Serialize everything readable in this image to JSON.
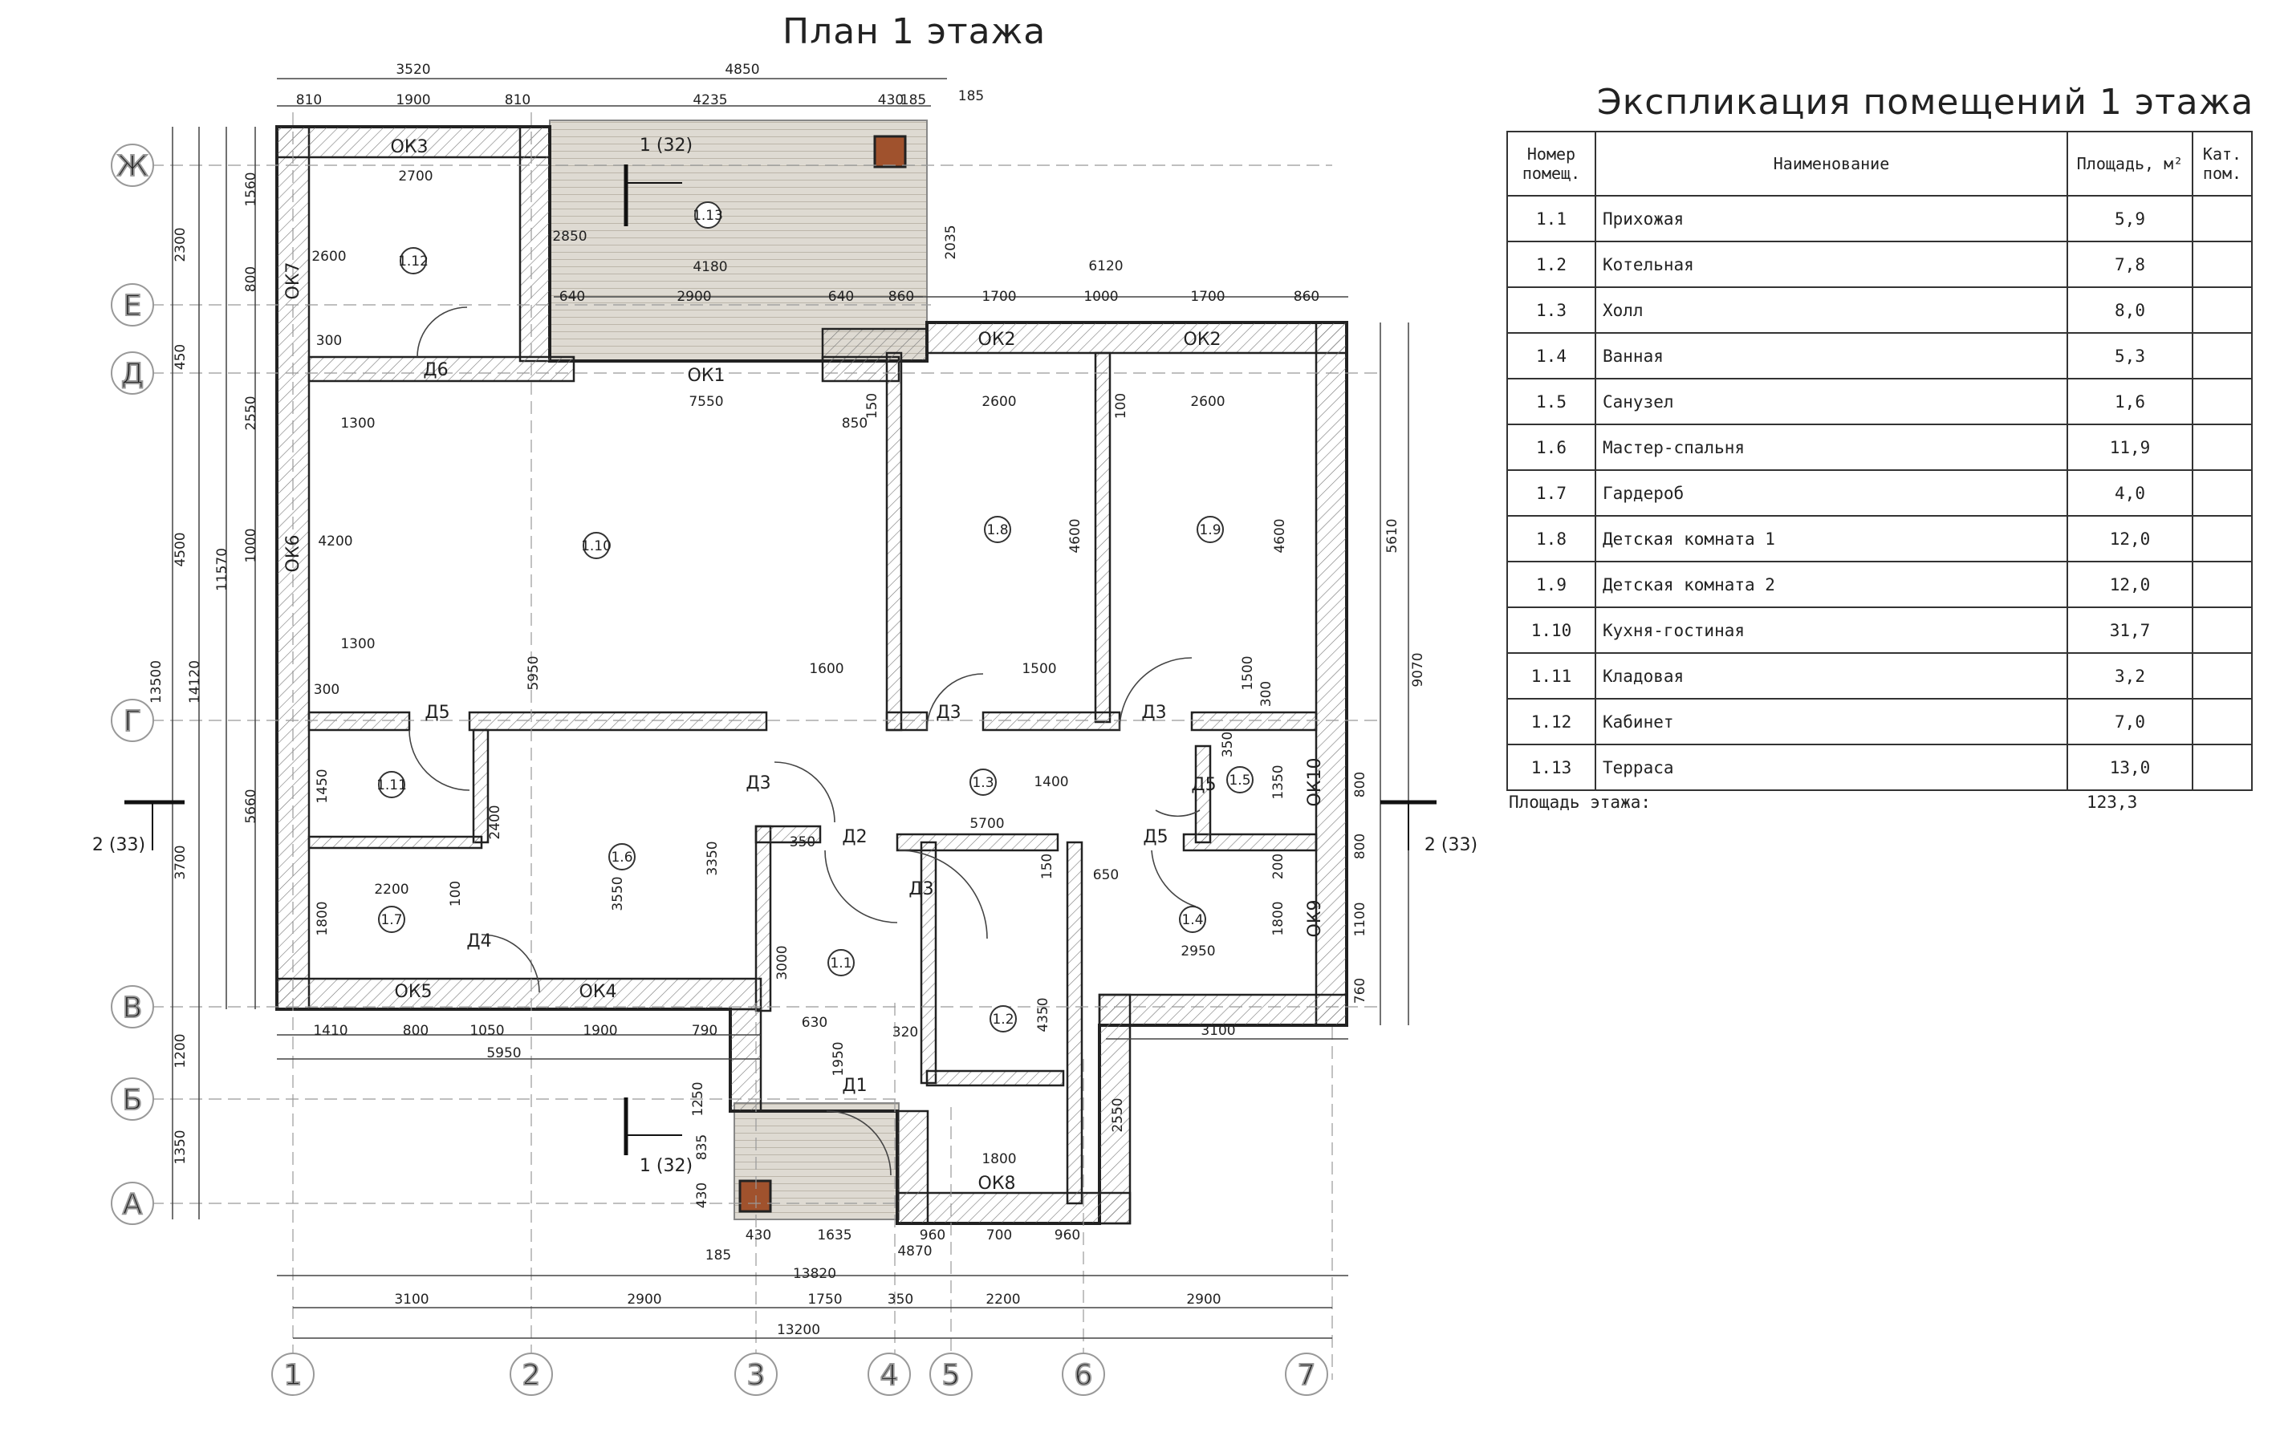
{
  "plan_title": "План 1 этажа",
  "explication": {
    "title": "Экспликация помещений 1 этажа",
    "headers": {
      "num_line1": "Номер",
      "num_line2": "помещ.",
      "name": "Наименование",
      "area": "Площадь, м²",
      "cat_line1": "Кат.",
      "cat_line2": "пом."
    },
    "rows": [
      {
        "num": "1.1",
        "name": "Прихожая",
        "area": "5,9"
      },
      {
        "num": "1.2",
        "name": "Котельная",
        "area": "7,8"
      },
      {
        "num": "1.3",
        "name": "Холл",
        "area": "8,0"
      },
      {
        "num": "1.4",
        "name": "Ванная",
        "area": "5,3"
      },
      {
        "num": "1.5",
        "name": "Санузел",
        "area": "1,6"
      },
      {
        "num": "1.6",
        "name": "Мастер-спальня",
        "area": "11,9"
      },
      {
        "num": "1.7",
        "name": "Гардероб",
        "area": "4,0"
      },
      {
        "num": "1.8",
        "name": "Детская комната 1",
        "area": "12,0"
      },
      {
        "num": "1.9",
        "name": "Детская комната 2",
        "area": "12,0"
      },
      {
        "num": "1.10",
        "name": "Кухня-гостиная",
        "area": "31,7"
      },
      {
        "num": "1.11",
        "name": "Кладовая",
        "area": "3,2"
      },
      {
        "num": "1.12",
        "name": "Кабинет",
        "area": "7,0"
      },
      {
        "num": "1.13",
        "name": "Терраса",
        "area": "13,0"
      }
    ],
    "total_label": "Площадь этажа:",
    "total_value": "123,3"
  },
  "axes": {
    "vertical": [
      "1",
      "2",
      "3",
      "4",
      "5",
      "6",
      "7"
    ],
    "horizontal": [
      "Ж",
      "Е",
      "Д",
      "Г",
      "В",
      "Б",
      "А"
    ]
  },
  "room_tags": [
    "1.1",
    "1.2",
    "1.3",
    "1.4",
    "1.5",
    "1.6",
    "1.7",
    "1.8",
    "1.9",
    "1.10",
    "1.11",
    "1.12",
    "1.13"
  ],
  "openings": {
    "windows": [
      "ОК1",
      "ОК2",
      "ОК2",
      "ОК3",
      "ОК4",
      "ОК5",
      "ОК6",
      "ОК7",
      "ОК8",
      "ОК9",
      "ОК10"
    ],
    "doors": [
      "Д1",
      "Д2",
      "Д3",
      "Д3",
      "Д3",
      "Д3",
      "Д4",
      "Д5",
      "Д5",
      "Д5",
      "Д6"
    ]
  },
  "section_marks": [
    "1 (32)",
    "1 (32)",
    "2 (33)",
    "2 (33)"
  ],
  "dimensions": {
    "top_overall": [
      "3520",
      "4850"
    ],
    "top_detail": [
      "810",
      "1900",
      "810",
      "4235",
      "430",
      "185",
      "185"
    ],
    "terrace_top": [
      "4180",
      "640",
      "2900",
      "640",
      "860"
    ],
    "right_block_top": [
      "6120",
      "1700",
      "1000",
      "1700",
      "860"
    ],
    "bottom_detail": [
      "1410",
      "800",
      "1050",
      "1900",
      "790",
      "3100",
      "5950"
    ],
    "bottom_small": [
      "430",
      "1635",
      "960",
      "700",
      "960",
      "4870",
      "185"
    ],
    "bottom_chain": [
      "3100",
      "2900",
      "1750",
      "350",
      "2200",
      "2900"
    ],
    "bottom_overall": [
      "13820",
      "13200"
    ],
    "left_chain": [
      "2300",
      "450",
      "4500",
      "3700",
      "1200",
      "1350"
    ],
    "left_overall": [
      "13500",
      "14120",
      "11570"
    ],
    "left_detail": [
      "1560",
      "800",
      "2550",
      "1000",
      "5660"
    ],
    "right_side": [
      "5610",
      "9070",
      "800",
      "800",
      "1100",
      "760",
      "2550"
    ],
    "interior": [
      "2700",
      "2600",
      "300",
      "2850",
      "2035",
      "7550",
      "1300",
      "1300",
      "4200",
      "5950",
      "1600",
      "150",
      "850",
      "2600",
      "100",
      "2600",
      "4600",
      "4600",
      "1500",
      "1500",
      "300",
      "300",
      "350",
      "1350",
      "1400",
      "5700",
      "150",
      "650",
      "2950",
      "200",
      "1800",
      "1450",
      "2400",
      "3350",
      "1800",
      "2200",
      "100",
      "3550",
      "3000",
      "630",
      "1950",
      "320",
      "4350",
      "1800",
      "1250",
      "835",
      "430",
      "350"
    ]
  }
}
